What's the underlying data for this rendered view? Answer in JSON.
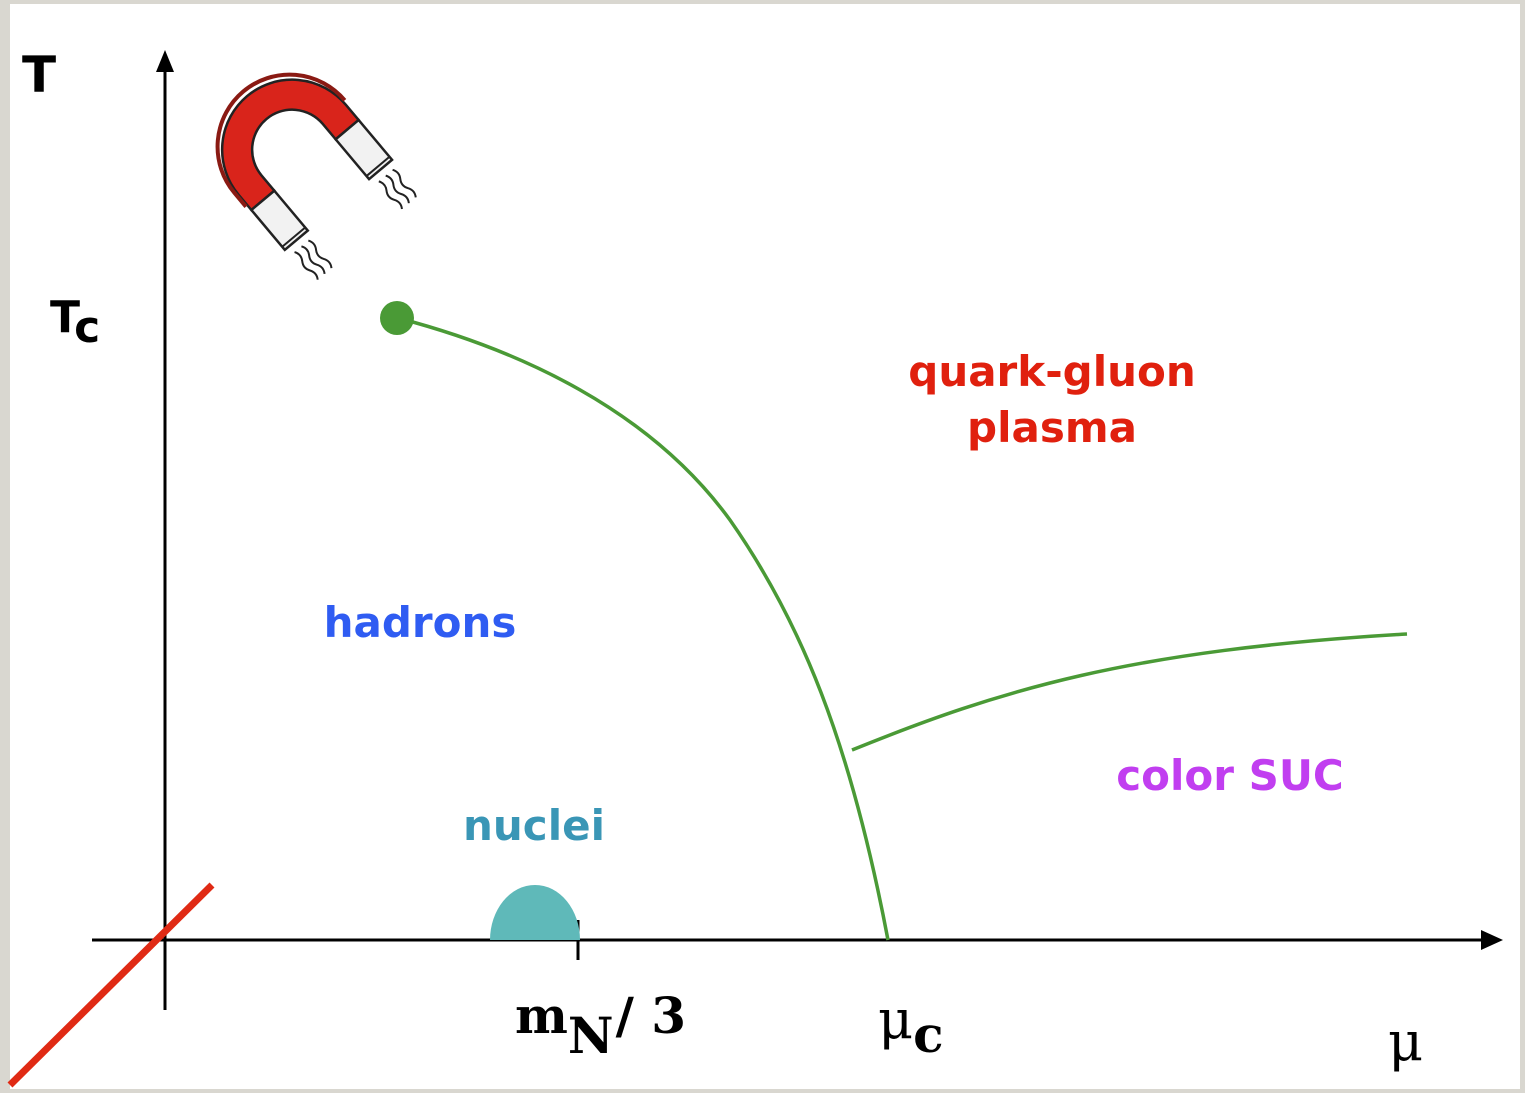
{
  "axes": {
    "y_label": "T",
    "y_tick": {
      "main": "T",
      "sub": "c"
    },
    "x_label": "μ",
    "x_tick_1": {
      "main": "m",
      "sub": "N",
      "suffix": "/ 3"
    },
    "x_tick_2": {
      "main": "μ",
      "sub": "c"
    }
  },
  "regions": {
    "qgp_line1": "quark-gluon",
    "qgp_line2": "plasma",
    "hadrons": "hadrons",
    "nuclei": "nuclei",
    "color_suc": "color SUC"
  },
  "colors": {
    "boundary": "#4a9a36",
    "critical_point": "#4a9a36",
    "qgp": "#e0200e",
    "hadrons": "#2f5cf2",
    "nuclei": "#3a96b6",
    "nuclei_blob": "#5fb9b9",
    "color_suc": "#c13ef0",
    "strike": "#e02a14",
    "magnet": "#d9241b"
  },
  "icons": {
    "magnet": "horseshoe-magnet-icon"
  }
}
